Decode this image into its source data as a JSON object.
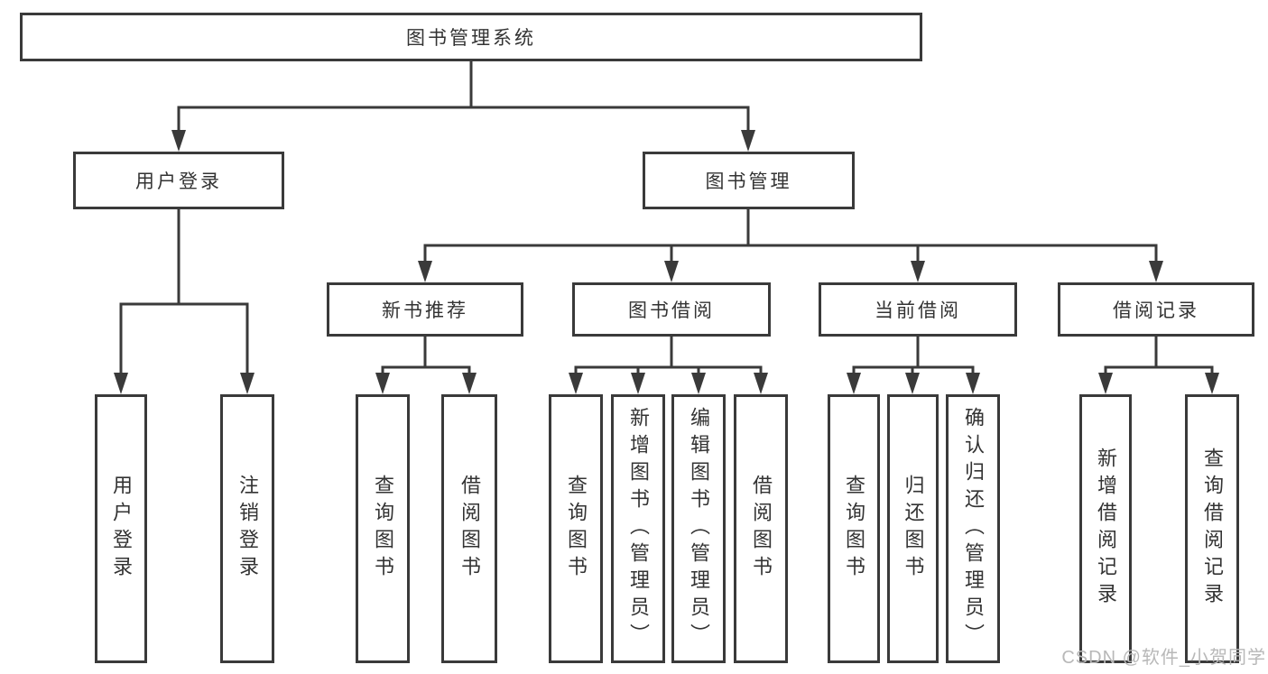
{
  "diagram": {
    "title": "图书管理系统",
    "root": {
      "label": "图书管理系统"
    },
    "level2": [
      {
        "label": "用户登录"
      },
      {
        "label": "图书管理"
      }
    ],
    "level3": [
      {
        "label": "新书推荐"
      },
      {
        "label": "图书借阅"
      },
      {
        "label": "当前借阅"
      },
      {
        "label": "借阅记录"
      }
    ],
    "leaves": {
      "user_login": [
        "用户登录",
        "注销登录"
      ],
      "new_book": [
        "查询图书",
        "借阅图书"
      ],
      "book_borrow": [
        "查询图书",
        "新增图书（管理员）",
        "编辑图书（管理员）",
        "借阅图书"
      ],
      "current_borrow": [
        "查询图书",
        "归还图书",
        "确认归还（管理员）"
      ],
      "borrow_record": [
        "新增借阅记录",
        "查询借阅记录"
      ]
    }
  },
  "watermark": "CSDN @软件_小贺同学",
  "colors": {
    "line": "#3a3a3a",
    "box_border": "#3a3a3a",
    "text": "#333333",
    "watermark": "#b8b8b8",
    "background": "#ffffff"
  }
}
